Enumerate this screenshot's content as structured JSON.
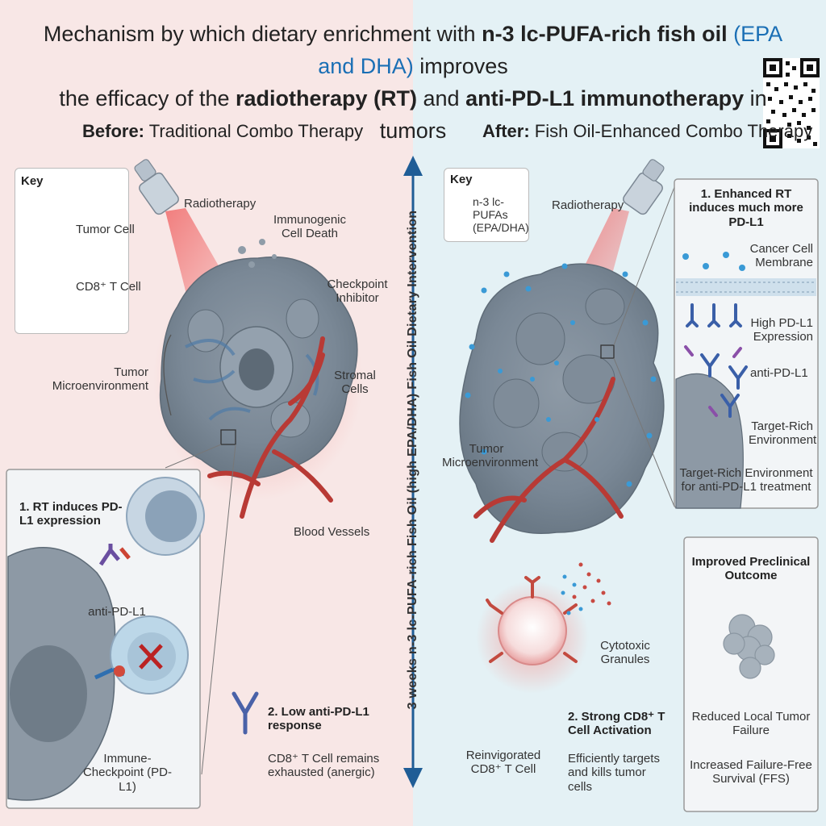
{
  "title": {
    "line1_a": "Mechanism by which dietary enrichment with ",
    "line1_b": "n-3 lc-PUFA-rich fish oil",
    "line1_c": " (EPA and DHA)",
    "line1_d": " improves",
    "line2_a": "the efficacy of the ",
    "line2_b": "radiotherapy",
    "line2_c": "  (RT)",
    "line2_d": " and ",
    "line2_e": "anti-PD-L1 immunotherapy",
    "line2_f": " in tumors"
  },
  "left": {
    "heading_bold": "Before:",
    "heading_rest": " Traditional Combo Therapy",
    "key_title": "Key",
    "key_tumor": "Tumor Cell",
    "key_tcell": "CD8⁺ T Cell",
    "radiotherapy": "Radiotherapy",
    "icd": "Immunogenic Cell Death",
    "checkpoint_inhibitor": "Checkpoint Inhibitor",
    "tme": "Tumor Microenvironment",
    "stromal": "Stromal Cells",
    "blood_vessels": "Blood Vessels",
    "step1": "1. RT induces PD-L1 expression",
    "anti_pdl1": "anti-PD-L1",
    "immune_checkpoint": "Immune-Checkpoint (PD-L1)",
    "step2_title": "2. Low anti-PD-L1 response",
    "step2_desc": "CD8⁺ T Cell remains exhausted (anergic)"
  },
  "divider_text": "3 weeks n-3 lc-PUFA-rich Fish Oil (high EPA/DHA)  Fish Oil Dietary Intervention",
  "right": {
    "heading_bold": "After:",
    "heading_rest": " Fish Oil-Enhanced Combo Therapy",
    "key_title": "Key",
    "key_pufa": "n-3 lc-PUFAs (EPA/DHA)",
    "radiotherapy": "Radiotherapy",
    "tme": "Tumor Microenvironment",
    "inset_title": "1. Enhanced RT induces much more PD-L1",
    "membrane": "Cancer Cell Membrane",
    "high_pdl1": "High PD-L1 Expression",
    "anti_pdl1": "anti-PD-L1",
    "target_rich": "Target-Rich Environment",
    "target_rich_full": "Target-Rich Environment for anti-PD-L1 treatment",
    "cytotoxic": "Cytotoxic Granules",
    "reinvigorated": "Reinvigorated CD8⁺ T Cell",
    "step2_title": "2. Strong CD8⁺ T Cell Activation",
    "step2_desc": "Efficiently targets and kills tumor cells",
    "outcome_title": "Improved Preclinical Outcome",
    "outcome_1": "Reduced Local Tumor Failure",
    "outcome_2": "Increased Failure-Free Survival (FFS)"
  }
}
